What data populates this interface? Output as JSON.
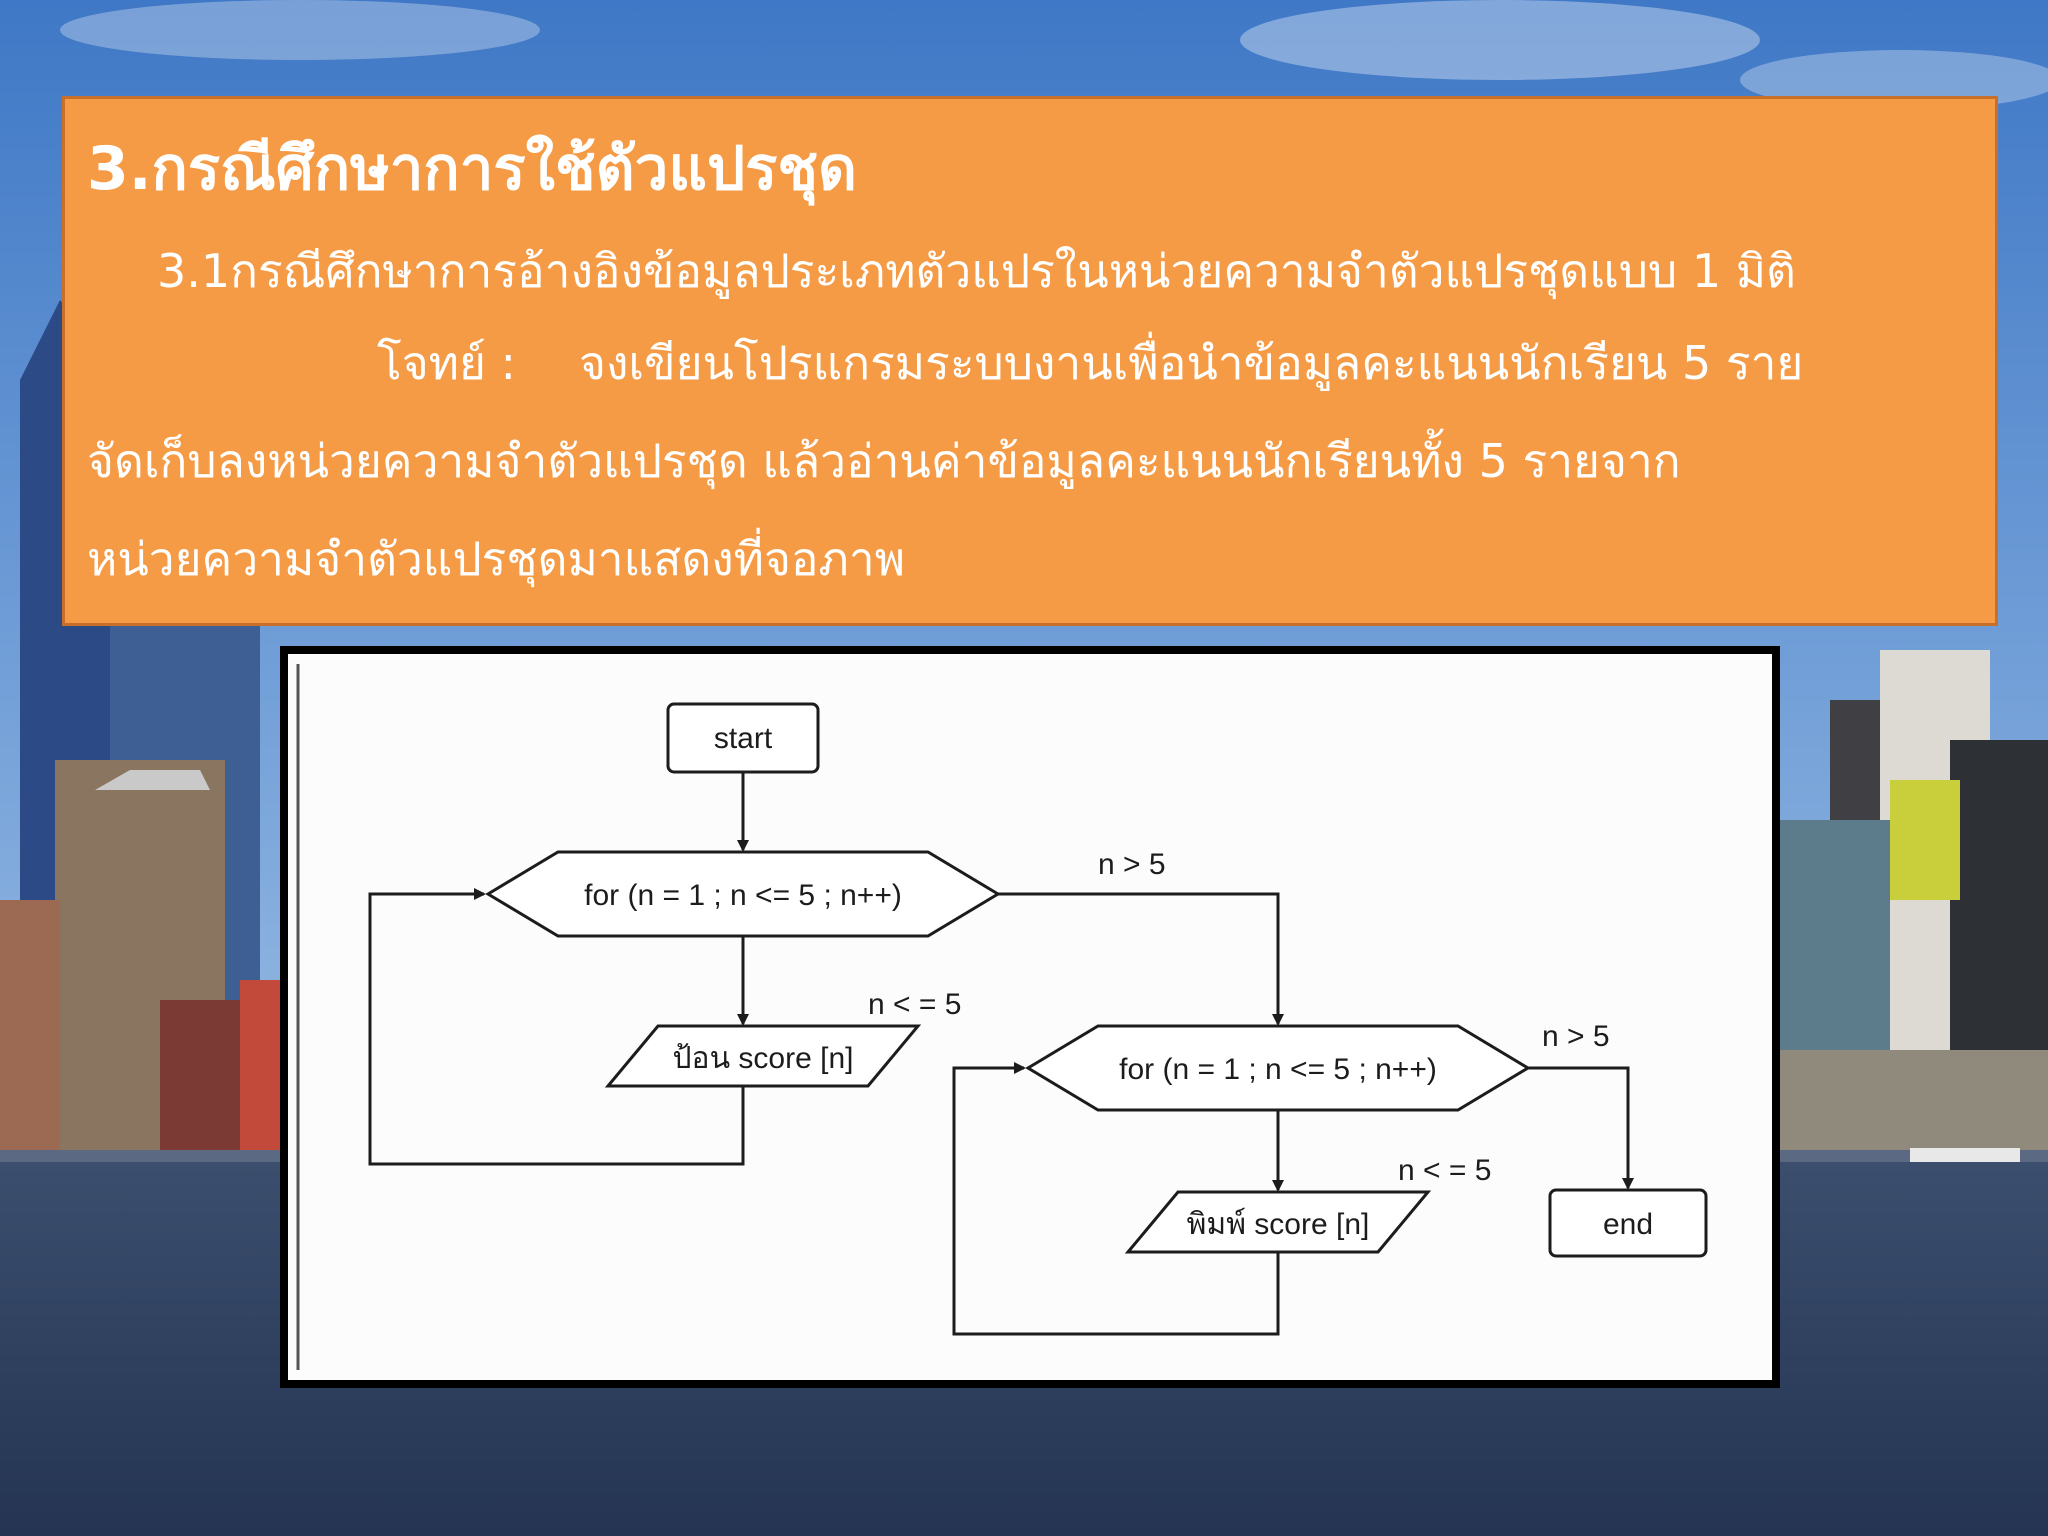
{
  "slide": {
    "title": "3.กรณีศึกษาการใช้ตัวแปรชุด",
    "subtitle": "3.1กรณีศึกษาการอ้างอิงข้อมูลประเภทตัวแปรในหน่วยความจำตัวแปรชุดแบบ 1 มิติ",
    "problem_label": "โจทย์ :",
    "problem_line1": "จงเขียนโปรแกรมระบบงานเพื่อนำข้อมูลคะแนนนักเรียน 5 ราย",
    "problem_line2": "จัดเก็บลงหน่วยความจำตัวแปรชุด แล้วอ่านค่าข้อมูลคะแนนนักเรียนทั้ง 5 รายจาก",
    "problem_line3": "หน่วยความจำตัวแปรชุดมาแสดงที่จอภาพ"
  },
  "colors": {
    "panel": "#f59a45",
    "panel_border": "#c8702a",
    "panel_text": "#ffffff",
    "frame": "#000000"
  },
  "flowchart": {
    "start": "start",
    "loop1": "for (n = 1 ; n <= 5 ; n++)",
    "input": "ป้อน score [n]",
    "loop1_exit": "n > 5",
    "loop1_body": "n < = 5",
    "loop2": "for (n = 1 ; n <= 5 ; n++)",
    "print": "พิมพ์ score [n]",
    "loop2_exit": "n > 5",
    "loop2_body": "n < = 5",
    "end": "end"
  }
}
